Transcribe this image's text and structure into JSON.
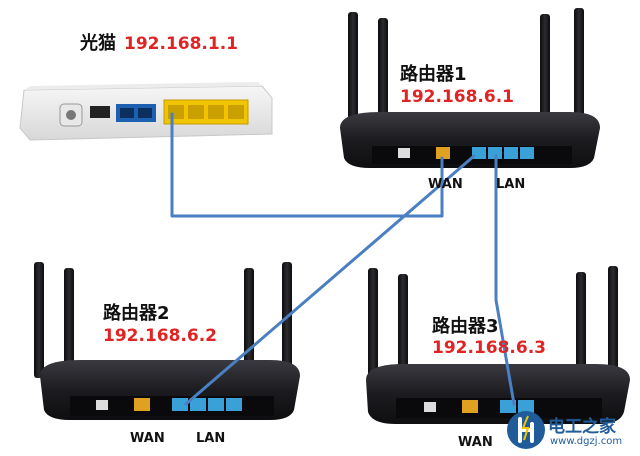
{
  "modem": {
    "name": "光猫",
    "ip": "192.168.1.1"
  },
  "router1": {
    "name": "路由器1",
    "ip": "192.168.6.1",
    "wan": "WAN",
    "lan": "LAN"
  },
  "router2": {
    "name": "路由器2",
    "ip": "192.168.6.2",
    "wan": "WAN",
    "lan": "LAN"
  },
  "router3": {
    "name": "路由器3",
    "ip": "192.168.6.3",
    "wan": "WAN"
  },
  "watermark": {
    "text": "电工之家",
    "url": "www.dgzj.com"
  },
  "colors": {
    "cable": "#4a7fc1",
    "ip": "#e02424",
    "router_body": "#1e1e22",
    "port_lan": "#3aa0d8",
    "port_wan": "#e0a020",
    "modem_port_yellow": "#f2c400"
  }
}
